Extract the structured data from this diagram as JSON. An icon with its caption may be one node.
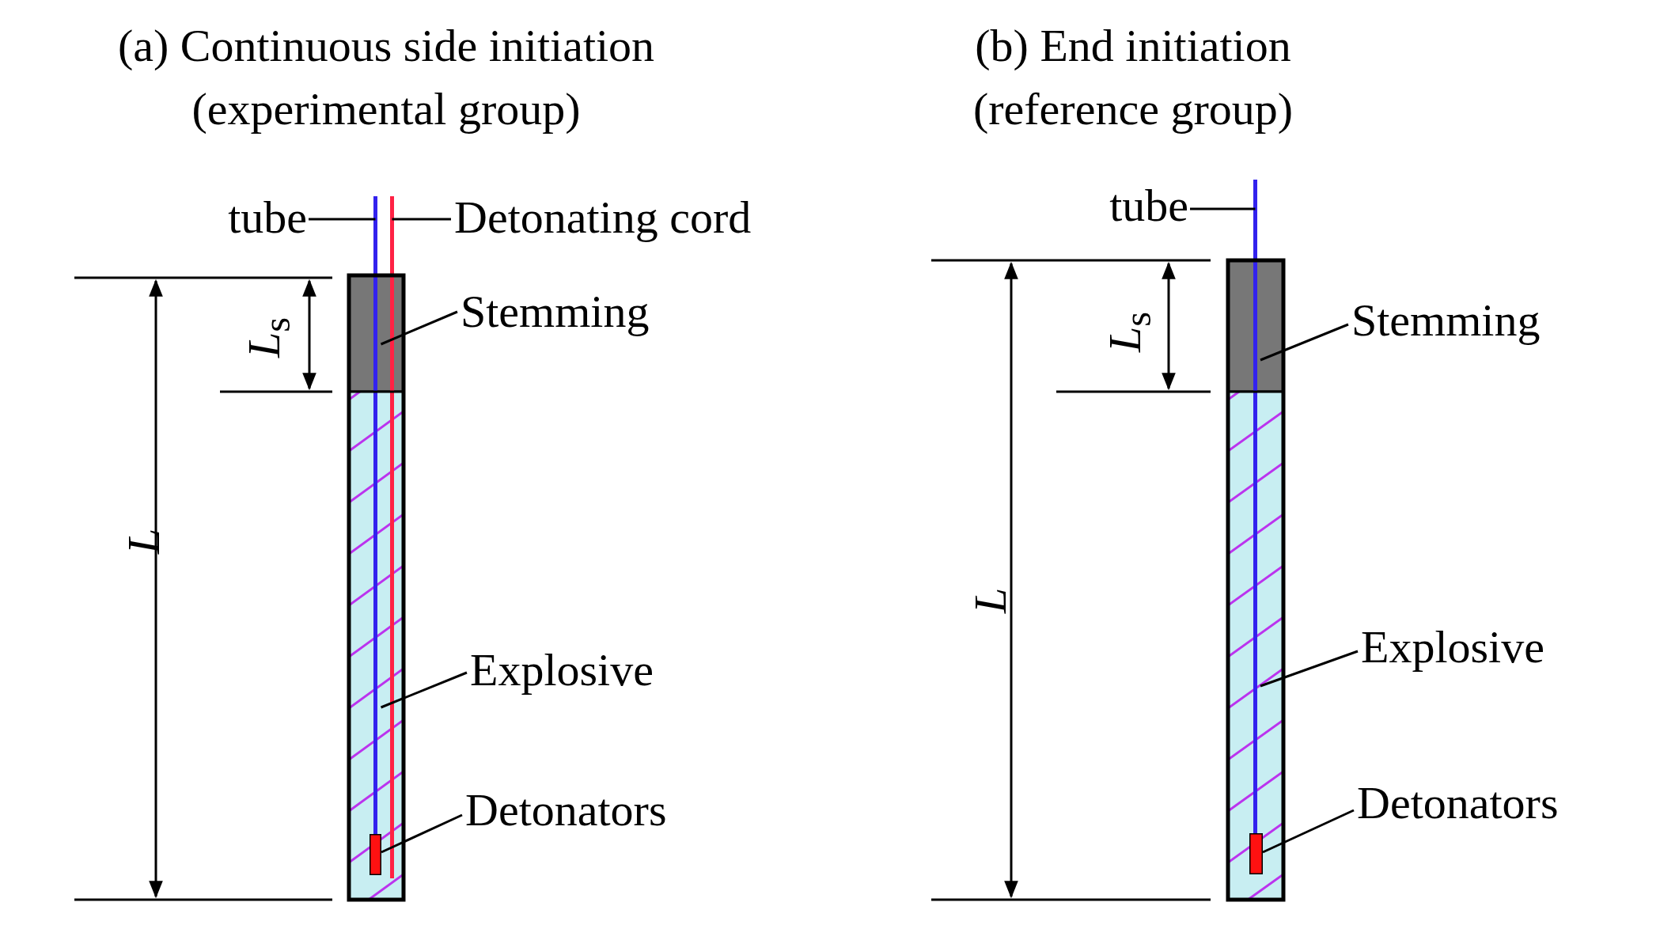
{
  "diagram": {
    "nodes": [
      {
        "text": [
          "tube"
        ]
      },
      {
        "text": [
          "Detonating cord"
        ]
      },
      {
        "text": [
          "Stemming"
        ]
      },
      {
        "text": [
          "Explosive"
        ]
      },
      {
        "text": [
          "Detonators"
        ]
      },
      {
        "text": [],
        "shape": "line"
      },
      {
        "text": [],
        "shape": "line"
      },
      {
        "text": [],
        "shape": "box"
      },
      {
        "text": [],
        "shape": "box"
      },
      {
        "text": [],
        "shape": "box",
        "in": 8
      },
      {
        "text": [
          "tube"
        ]
      },
      {
        "text": [
          "Stemming"
        ]
      },
      {
        "text": [
          "Explosive"
        ]
      },
      {
        "text": [
          "Detonators"
        ]
      },
      {
        "text": [],
        "shape": "line"
      },
      {
        "text": [],
        "shape": "box"
      },
      {
        "text": [],
        "shape": "box"
      },
      {
        "text": [],
        "shape": "box",
        "in": 16
      }
    ],
    "edges": [
      {
        "from": 0,
        "to": 5,
        "arrow": "none"
      },
      {
        "from": 1,
        "to": 6,
        "arrow": "none"
      },
      {
        "from": 2,
        "to": 7,
        "arrow": "none"
      },
      {
        "from": 3,
        "to": 8,
        "arrow": "none"
      },
      {
        "from": 4,
        "to": 9,
        "arrow": "none"
      },
      {
        "from": 10,
        "to": 14,
        "arrow": "none"
      },
      {
        "from": 11,
        "to": 15,
        "arrow": "none"
      },
      {
        "from": 12,
        "to": 16,
        "arrow": "none"
      },
      {
        "from": 13,
        "to": 17,
        "arrow": "none"
      }
    ],
    "labels": [
      "(a) Continuous side initiation (experimental group)",
      "(b) End initiation (reference group)",
      "*L*$_{s}$",
      "*L*",
      "*L*$_{s}$",
      "*L*"
    ]
  }
}
